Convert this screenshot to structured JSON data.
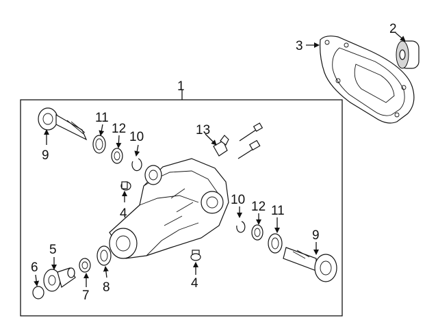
{
  "callouts": {
    "c1": "1",
    "c2": "2",
    "c3": "3",
    "c4a": "4",
    "c4b": "4",
    "c5": "5",
    "c6": "6",
    "c7": "7",
    "c8": "8",
    "c9a": "9",
    "c9b": "9",
    "c10a": "10",
    "c10b": "10",
    "c11a": "11",
    "c11b": "11",
    "c12a": "12",
    "c12b": "12",
    "c13": "13"
  }
}
